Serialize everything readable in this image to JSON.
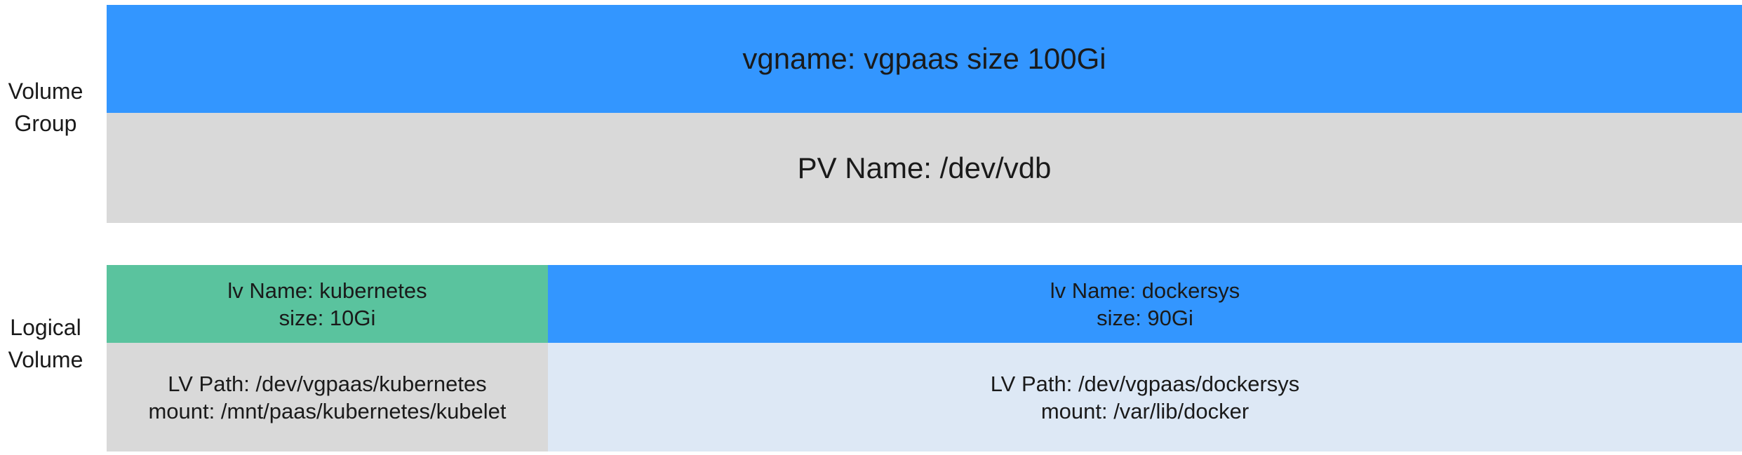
{
  "labels": {
    "volume_group": "Volume\nGroup",
    "logical_volume": "Logical\nVolume"
  },
  "volume_group": {
    "header": "vgname: vgpaas size 100Gi",
    "pv": "PV Name: /dev/vdb"
  },
  "logical_volumes": [
    {
      "name_line": "lv Name: kubernetes",
      "size_line": "size: 10Gi",
      "path_line": "LV Path: /dev/vgpaas/kubernetes",
      "mount_line": "mount: /mnt/paas/kubernetes/kubelet"
    },
    {
      "name_line": "lv Name: dockersys",
      "size_line": "size: 90Gi",
      "path_line": "LV Path: /dev/vgpaas/dockersys",
      "mount_line": "mount: /var/lib/docker"
    }
  ],
  "colors": {
    "vg_header": "#3396ff",
    "vg_pv": "#d9d9d9",
    "lv1_head": "#5ac39e",
    "lv2_head": "#3396ff",
    "lv1_body": "#d9d9d9",
    "lv2_body": "#dde8f5"
  }
}
